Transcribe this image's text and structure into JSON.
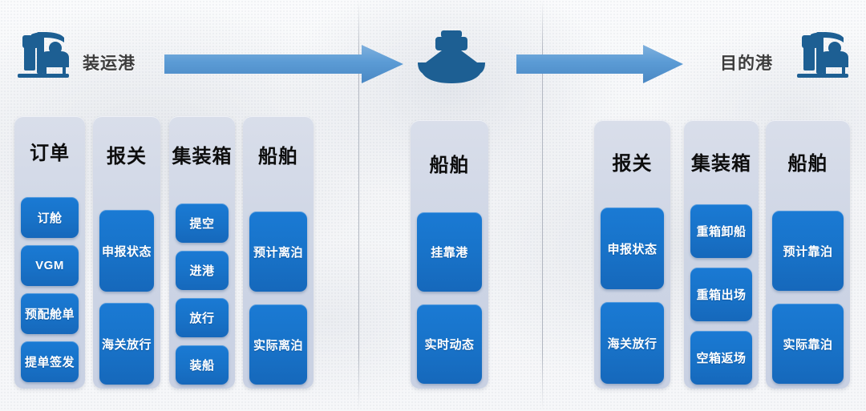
{
  "header": {
    "origin_label": "装运港",
    "destination_label": "目的港",
    "origin_icon": "port-crane-icon",
    "transit_icon": "ship-front-icon",
    "destination_icon": "port-crane-icon",
    "arrow1": "arrow-right-icon",
    "arrow2": "arrow-right-icon"
  },
  "colors": {
    "chip_blue": "#1873c9",
    "column_bg": "#ccd4e4",
    "icon_blue": "#1d5f93",
    "arrow_blue": "#5b9bd5",
    "title_text": "#0d0d0d",
    "header_text": "#3c3c3c"
  },
  "groups": [
    {
      "name": "origin-port-group",
      "columns": [
        {
          "title": "订单",
          "chips": [
            "订舱",
            "VGM",
            "预配舱单",
            "提单签发"
          ]
        },
        {
          "title": "报关",
          "chips": [
            "申报状态",
            "海关放行"
          ]
        },
        {
          "title": "集装箱",
          "chips": [
            "提空",
            "进港",
            "放行",
            "装船"
          ]
        },
        {
          "title": "船舶",
          "chips": [
            "预计离泊",
            "实际离泊"
          ]
        }
      ]
    },
    {
      "name": "transit-group",
      "columns": [
        {
          "title": "船舶",
          "chips": [
            "挂靠港",
            "实时动态"
          ]
        }
      ]
    },
    {
      "name": "destination-port-group",
      "columns": [
        {
          "title": "报关",
          "chips": [
            "申报状态",
            "海关放行"
          ]
        },
        {
          "title": "集装箱",
          "chips": [
            "重箱卸船",
            "重箱出场",
            "空箱返场"
          ]
        },
        {
          "title": "船舶",
          "chips": [
            "预计靠泊",
            "实际靠泊"
          ]
        }
      ]
    }
  ]
}
